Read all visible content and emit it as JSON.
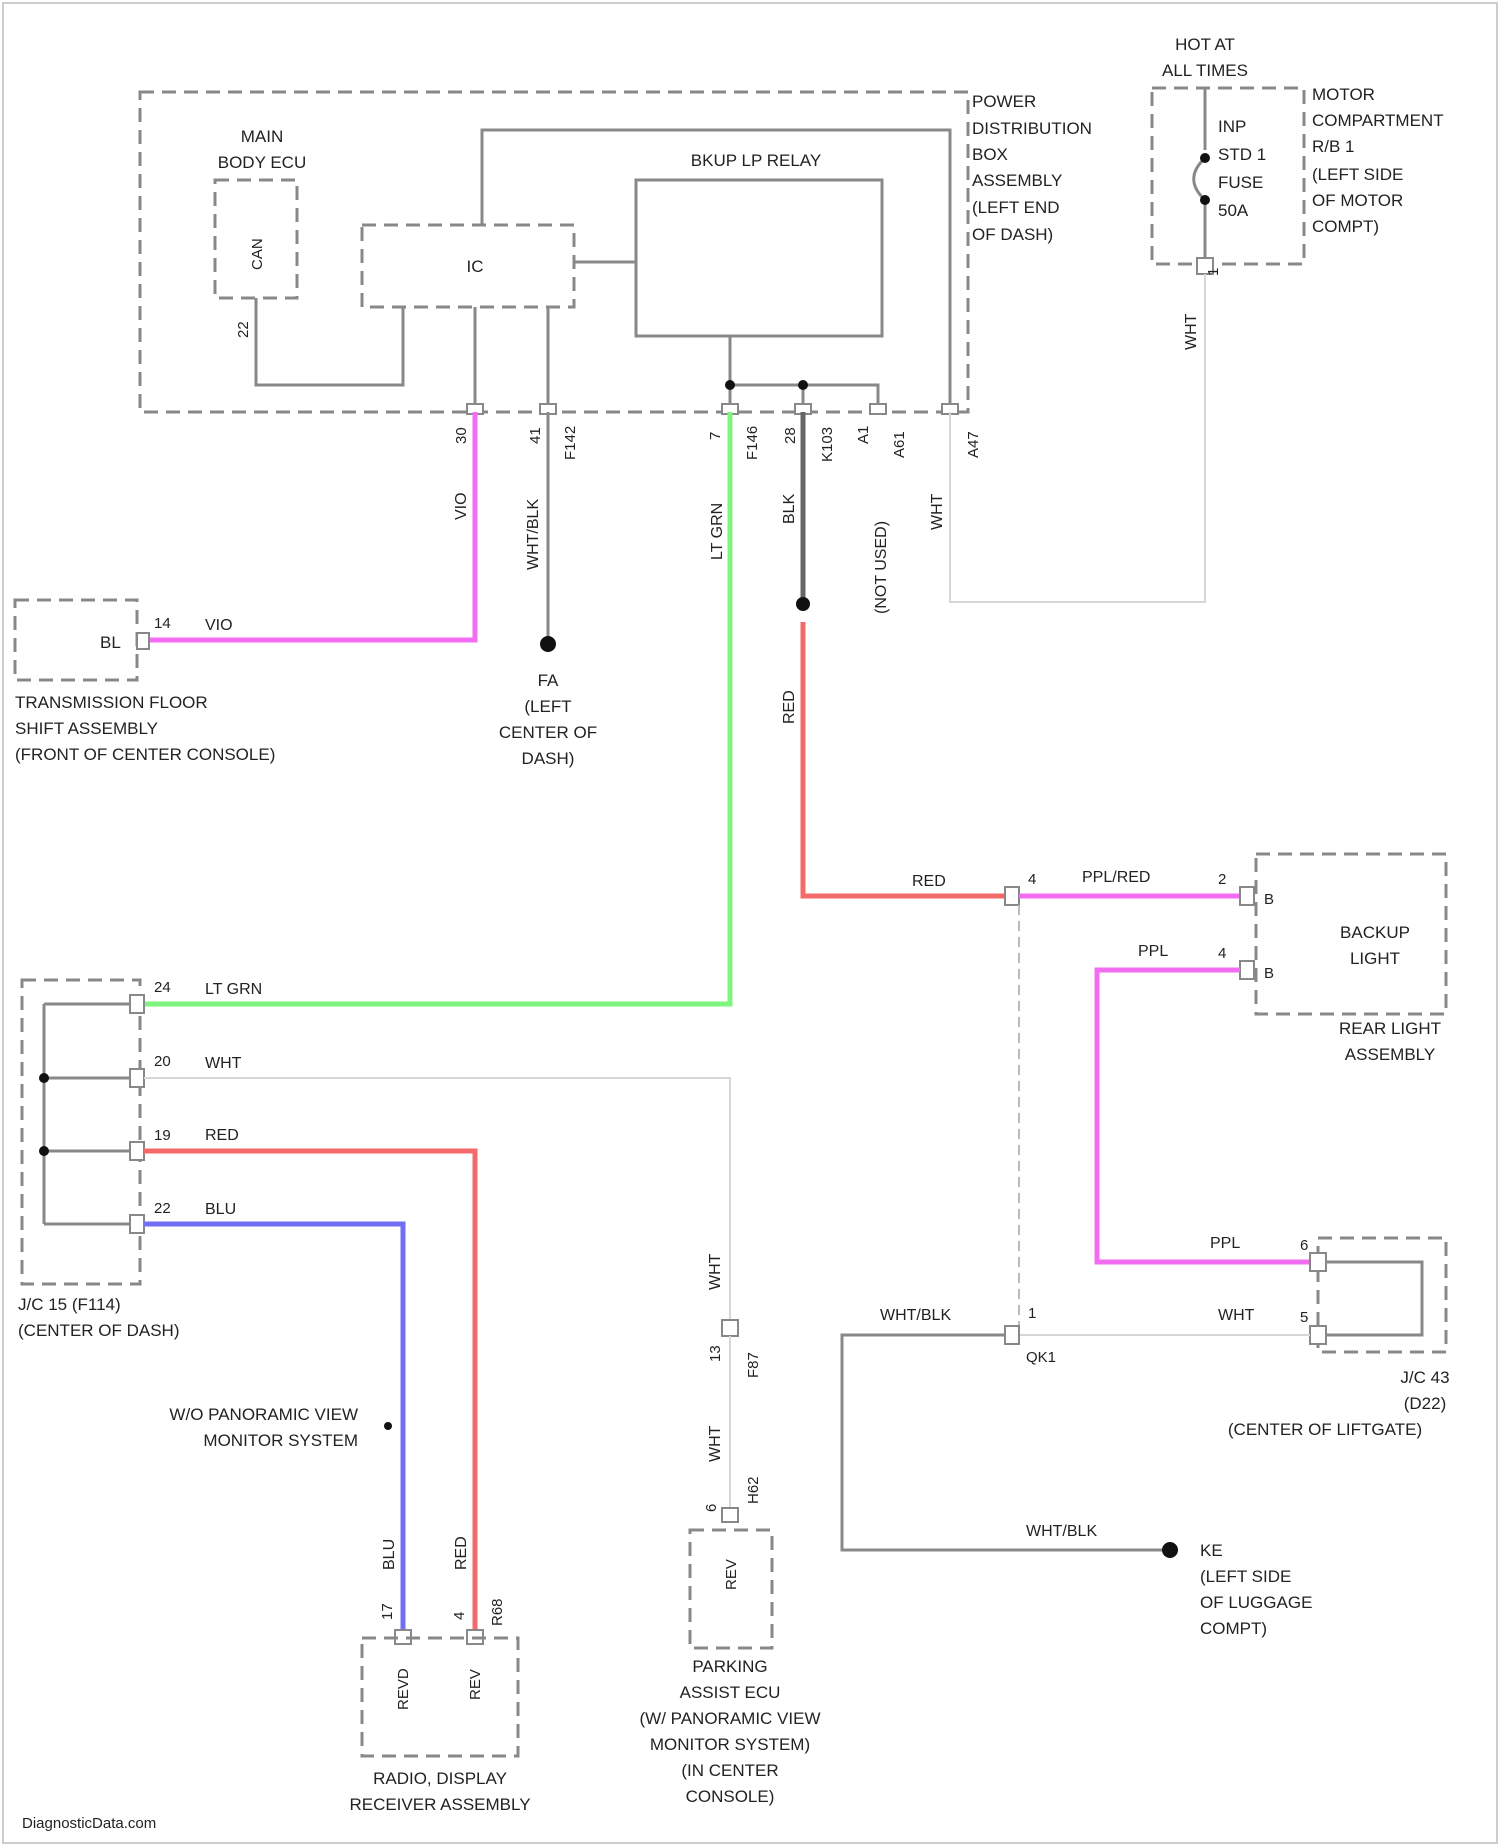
{
  "components": {
    "main_body_ecu": [
      "MAIN",
      "BODY ECU"
    ],
    "main_body_ecu_pin": "CAN",
    "ic": "IC",
    "bkup_relay": "BKUP LP RELAY",
    "power_box": [
      "POWER",
      "DISTRIBUTION",
      "BOX",
      "ASSEMBLY",
      "(LEFT END",
      "OF DASH)"
    ],
    "hot": [
      "HOT AT",
      "ALL TIMES"
    ],
    "fuse": [
      "INP",
      "STD 1",
      "FUSE",
      "50A"
    ],
    "engine_box": [
      "MOTOR",
      "COMPARTMENT",
      "R/B 1",
      "(LEFT SIDE",
      "OF MOTOR",
      "COMPT)"
    ],
    "shift_inner": "BL",
    "shift": [
      "TRANSMISSION FLOOR",
      "SHIFT ASSEMBLY",
      "(FRONT OF CENTER CONSOLE)"
    ],
    "ground_fa": [
      "FA",
      "(LEFT",
      "CENTER OF",
      "DASH)"
    ],
    "rear_inner": [
      "BACKUP",
      "LIGHT"
    ],
    "rear": [
      "REAR LIGHT",
      "ASSEMBLY"
    ],
    "jc15": [
      "J/C 15 (F114)",
      "(CENTER OF DASH)"
    ],
    "jc43": [
      "J/C 43",
      "(D22)",
      "(CENTER OF LIFTGATE)"
    ],
    "ground_ke": [
      "KE",
      "(LEFT SIDE",
      "OF LUGGAGE",
      "COMPT)"
    ],
    "wo_pano": [
      "W/O PANORAMIC VIEW",
      "MONITOR SYSTEM"
    ],
    "radio": [
      "RADIO, DISPLAY",
      "RECEIVER ASSEMBLY"
    ],
    "radio_pins": [
      "REVD",
      "REV"
    ],
    "parking": [
      "PARKING",
      "ASSIST ECU",
      "(W/ PANORAMIC VIEW",
      "MONITOR SYSTEM)",
      "(IN CENTER",
      "CONSOLE)"
    ],
    "parking_pin": "REV",
    "watermark": "DiagnosticData.com"
  },
  "wires": {
    "vio": "VIO",
    "wht_blk": "WHT/BLK",
    "lt_grn": "LT GRN",
    "blk": "BLK",
    "not_used": "(NOT USED)",
    "wht": "WHT",
    "red": "RED",
    "ppl_red": "PPL/RED",
    "ppl": "PPL",
    "blu": "BLU"
  },
  "pins": {
    "ecu": "22",
    "pdb_30": "30",
    "pdb_41": "41",
    "f142": "F142",
    "pdb_7": "7",
    "f146": "F146",
    "pdb_28": "28",
    "k103": "K103",
    "pdb_a1": "A1",
    "a61": "A61",
    "pdb_a47": "A47",
    "fuse_1": "1",
    "shift_14": "14",
    "j_4": "4",
    "j_1": "1",
    "qk1": "QK1",
    "rl_2": "2",
    "rl_4": "4",
    "rl_b": "B",
    "jc15_24": "24",
    "jc15_20": "20",
    "jc15_19": "19",
    "jc15_22": "22",
    "pk_13": "13",
    "pk_f87": "F87",
    "pk_6": "6",
    "pk_h62": "H62",
    "r_17": "17",
    "r_4": "4",
    "r_r68": "R68",
    "jc43_6": "6",
    "jc43_5": "5"
  },
  "colors": {
    "vio": "#f36df2",
    "lt_grn": "#7ef57e",
    "red": "#f46a6a",
    "blu": "#6f6ff4",
    "blk": "#666666",
    "wht": "#d6d6d6"
  }
}
